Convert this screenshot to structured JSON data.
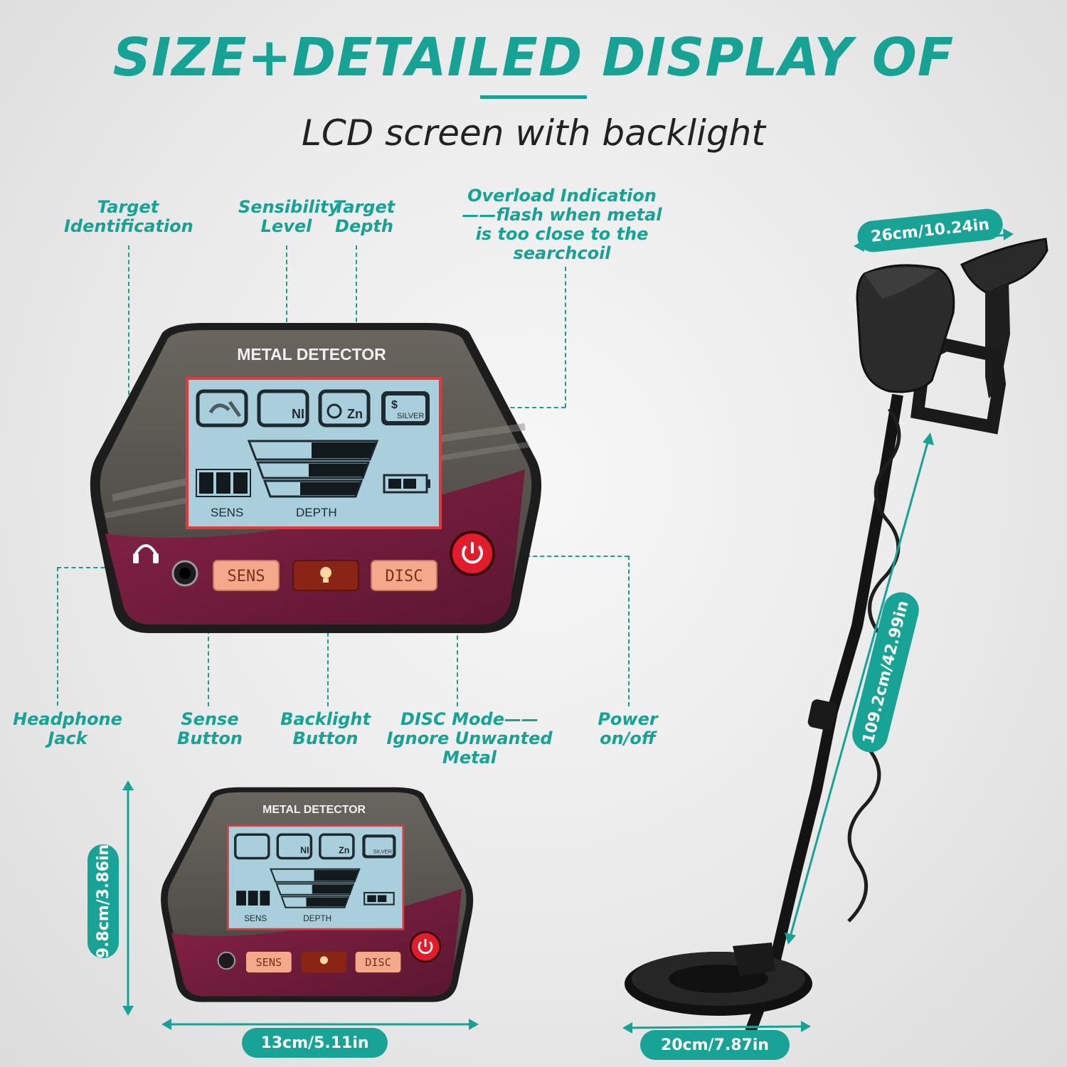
{
  "header": {
    "title": "SIZE+DETAILED DISPLAY OF",
    "subtitle": "LCD screen with backlight"
  },
  "callouts": {
    "target_identification": "Target\nIdentification",
    "sensibility_level": "Sensibility\nLevel",
    "target_depth": "Target\nDepth",
    "overload": "Overload Indication\n——flash when metal\nis too close to the\nsearchcoil",
    "headphone_jack": "Headphone\nJack",
    "sense_button": "Sense\nButton",
    "backlight_button": "Backlight\nButton",
    "disc_mode": "DISC Mode——\nIgnore Unwanted\nMetal",
    "power": "Power\non/off"
  },
  "device": {
    "brand_label": "METAL DETECTOR",
    "icon_ni": "NI",
    "icon_zn": "Zn",
    "icon_silver": "SILVER",
    "icon_dollar": "$",
    "sens_label": "SENS",
    "depth_label": "DEPTH",
    "sens_button": "SENS",
    "disc_button": "DISC"
  },
  "dimensions": {
    "coil_width": "26cm/10.24in",
    "shaft_length": "109.2cm/42.99in",
    "control_height": "9.8cm/3.86in",
    "control_width": "13cm/5.11in",
    "searchcoil_diameter": "20cm/7.87in"
  },
  "colors": {
    "accent": "#14a395",
    "device_body": "#55524d",
    "device_purple": "#7a1c3e",
    "lcd_background": "#a9cedc",
    "lcd_frame": "#e23a3a",
    "button_peach": "#f4a98a",
    "power_red": "#e31b2a"
  }
}
